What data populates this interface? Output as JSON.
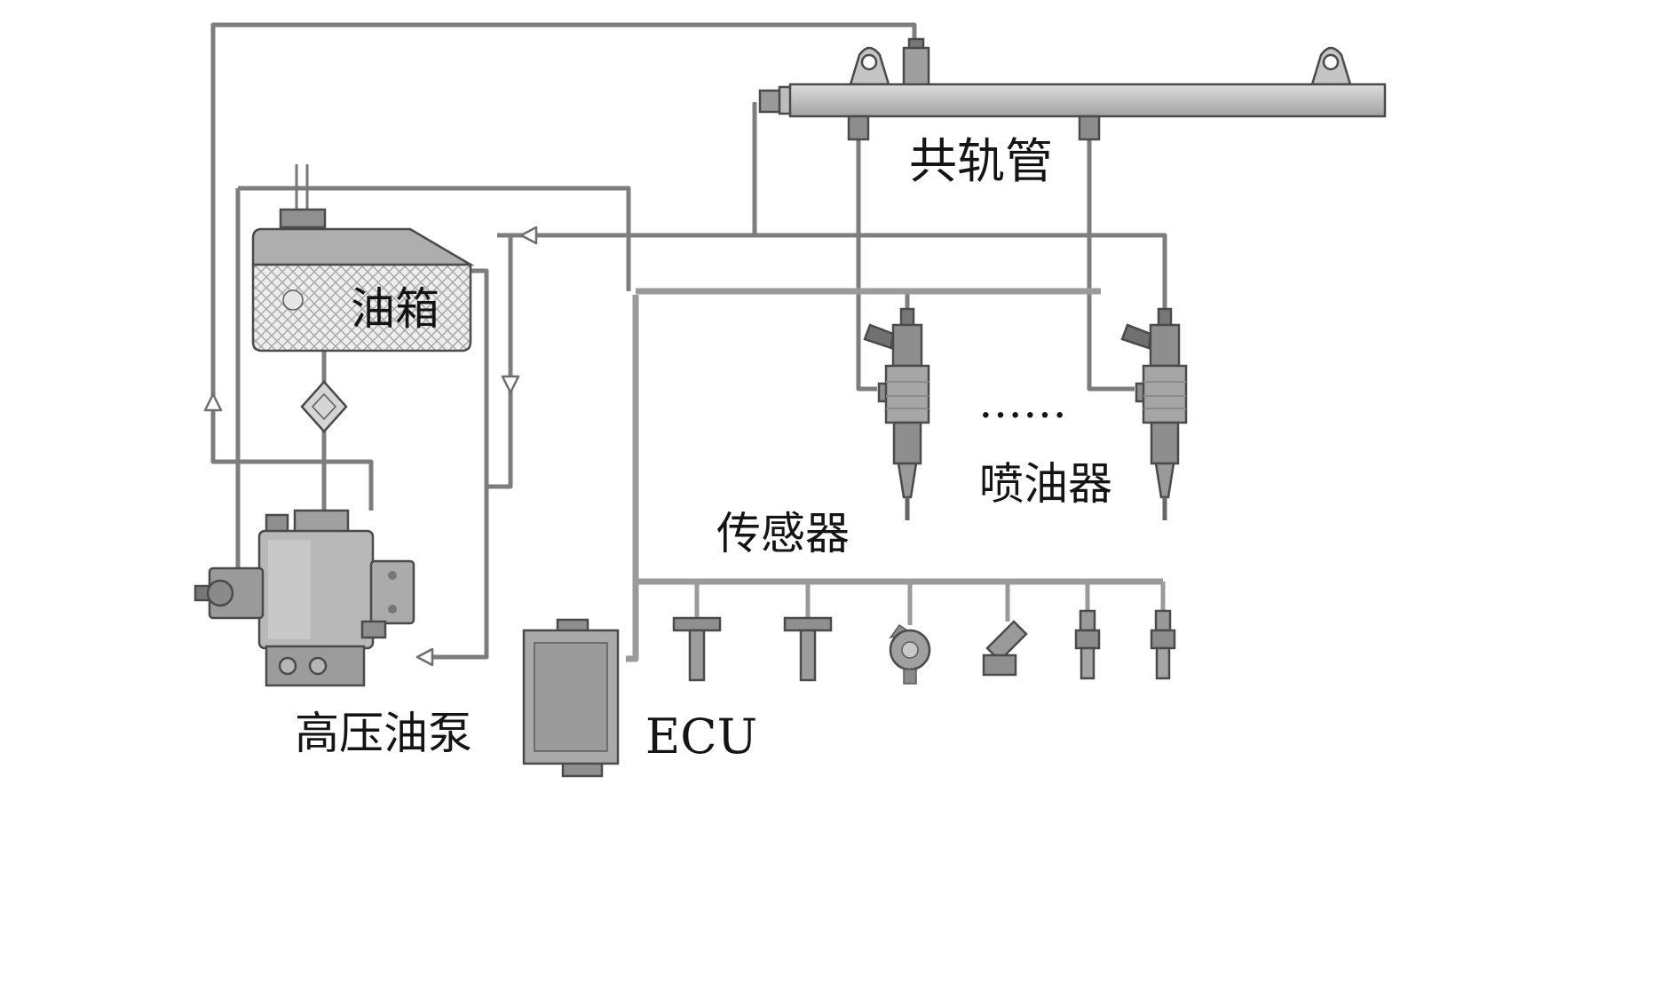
{
  "diagram": {
    "type": "fuel-system-schematic",
    "labels": {
      "common_rail": "共轨管",
      "fuel_tank": "油箱",
      "injectors": "喷油器",
      "ellipsis": "……",
      "sensors": "传感器",
      "high_pressure_pump": "高压油泵",
      "ecu": "ECU"
    },
    "colors": {
      "background": "#ffffff",
      "pipe": "#7d7d7d",
      "harness": "#9a9a9a",
      "component_fill": "#b3b3b3",
      "component_stroke": "#4a4a4a",
      "text": "#141414"
    }
  }
}
